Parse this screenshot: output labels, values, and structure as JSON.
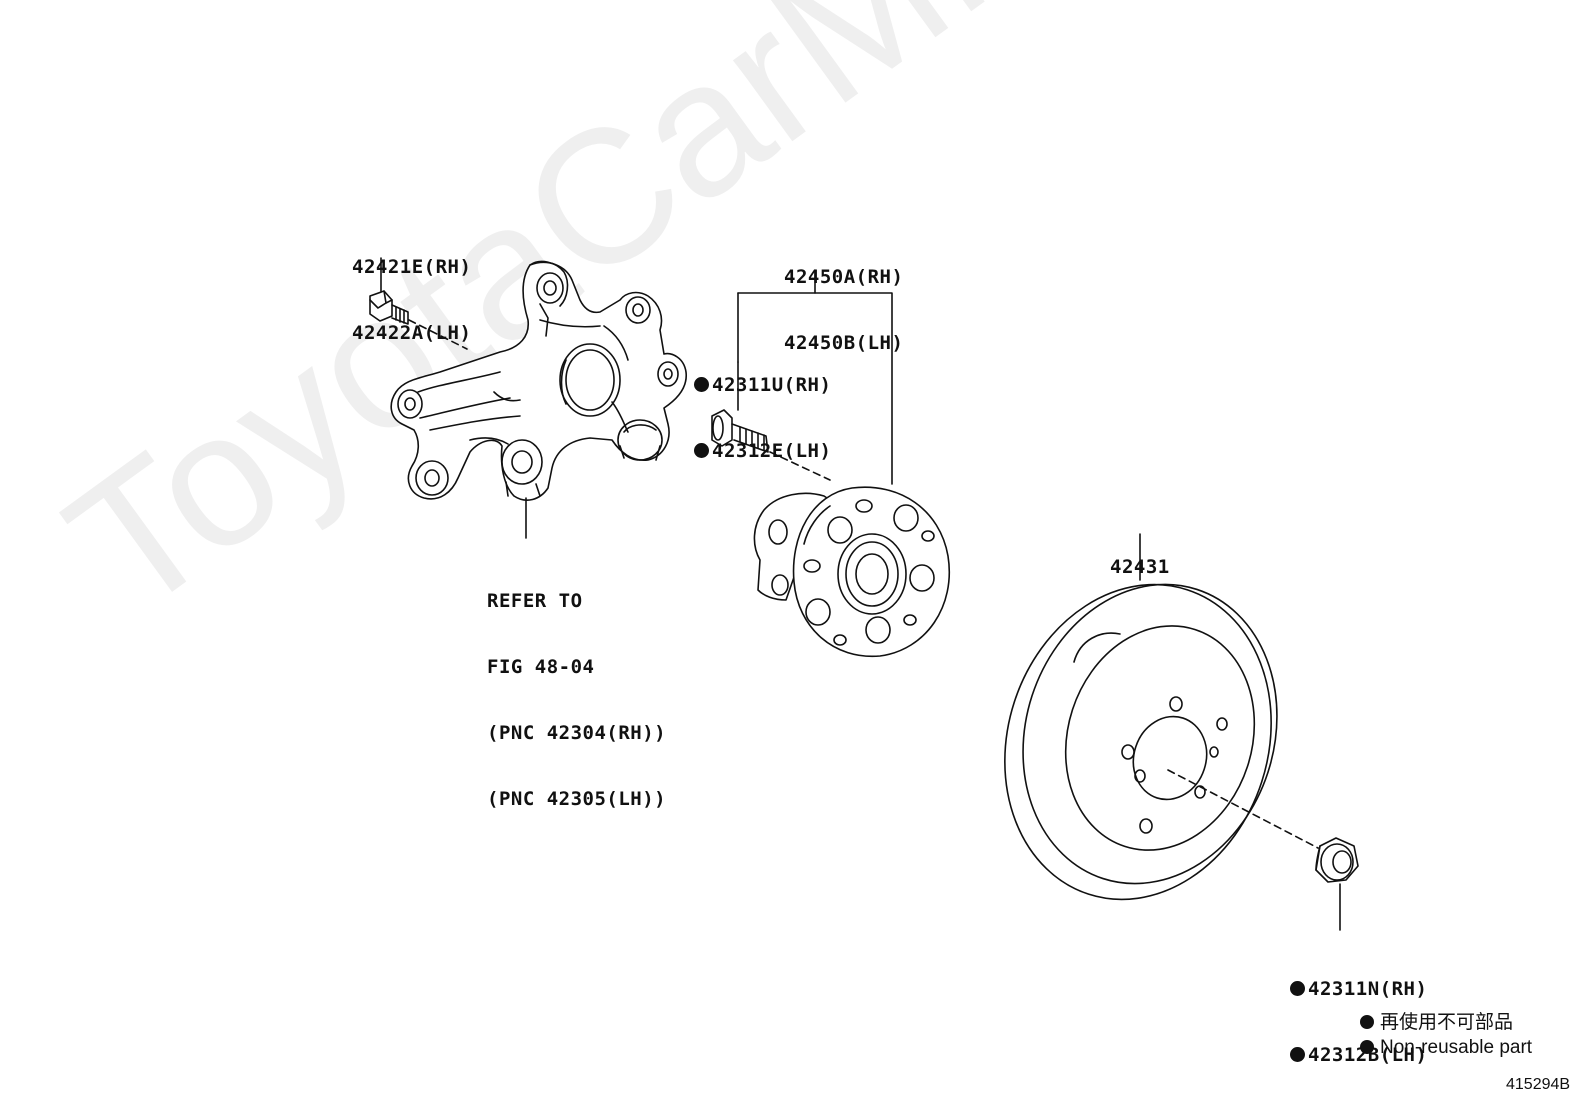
{
  "watermark": "ToyotaCarMine.ru",
  "parts": {
    "knuckle_bolt": {
      "line1": "42421E(RH)",
      "line2": "42422A(LH)"
    },
    "hub_assembly": {
      "line1": "42450A(RH)",
      "line2": "42450B(LH)"
    },
    "hub_bolt": {
      "line1": "42311U(RH)",
      "line2": "42312E(LH)"
    },
    "knuckle_ref": {
      "line1": "REFER TO",
      "line2": "FIG 48-04",
      "line3": "(PNC 42304(RH))",
      "line4": "(PNC 42305(LH))"
    },
    "disc": {
      "line1": "42431"
    },
    "hub_nut": {
      "line1": "42311N(RH)",
      "line2": "42312B(LH)"
    }
  },
  "legend": {
    "line1": "再使用不可部品",
    "line2": "Non-reusable part"
  },
  "figure_id": "415294B",
  "colors": {
    "ink": "#111111",
    "watermark": "#efefef",
    "background": "#ffffff"
  },
  "icons": {
    "non_reusable_marker": "filled-circle"
  }
}
